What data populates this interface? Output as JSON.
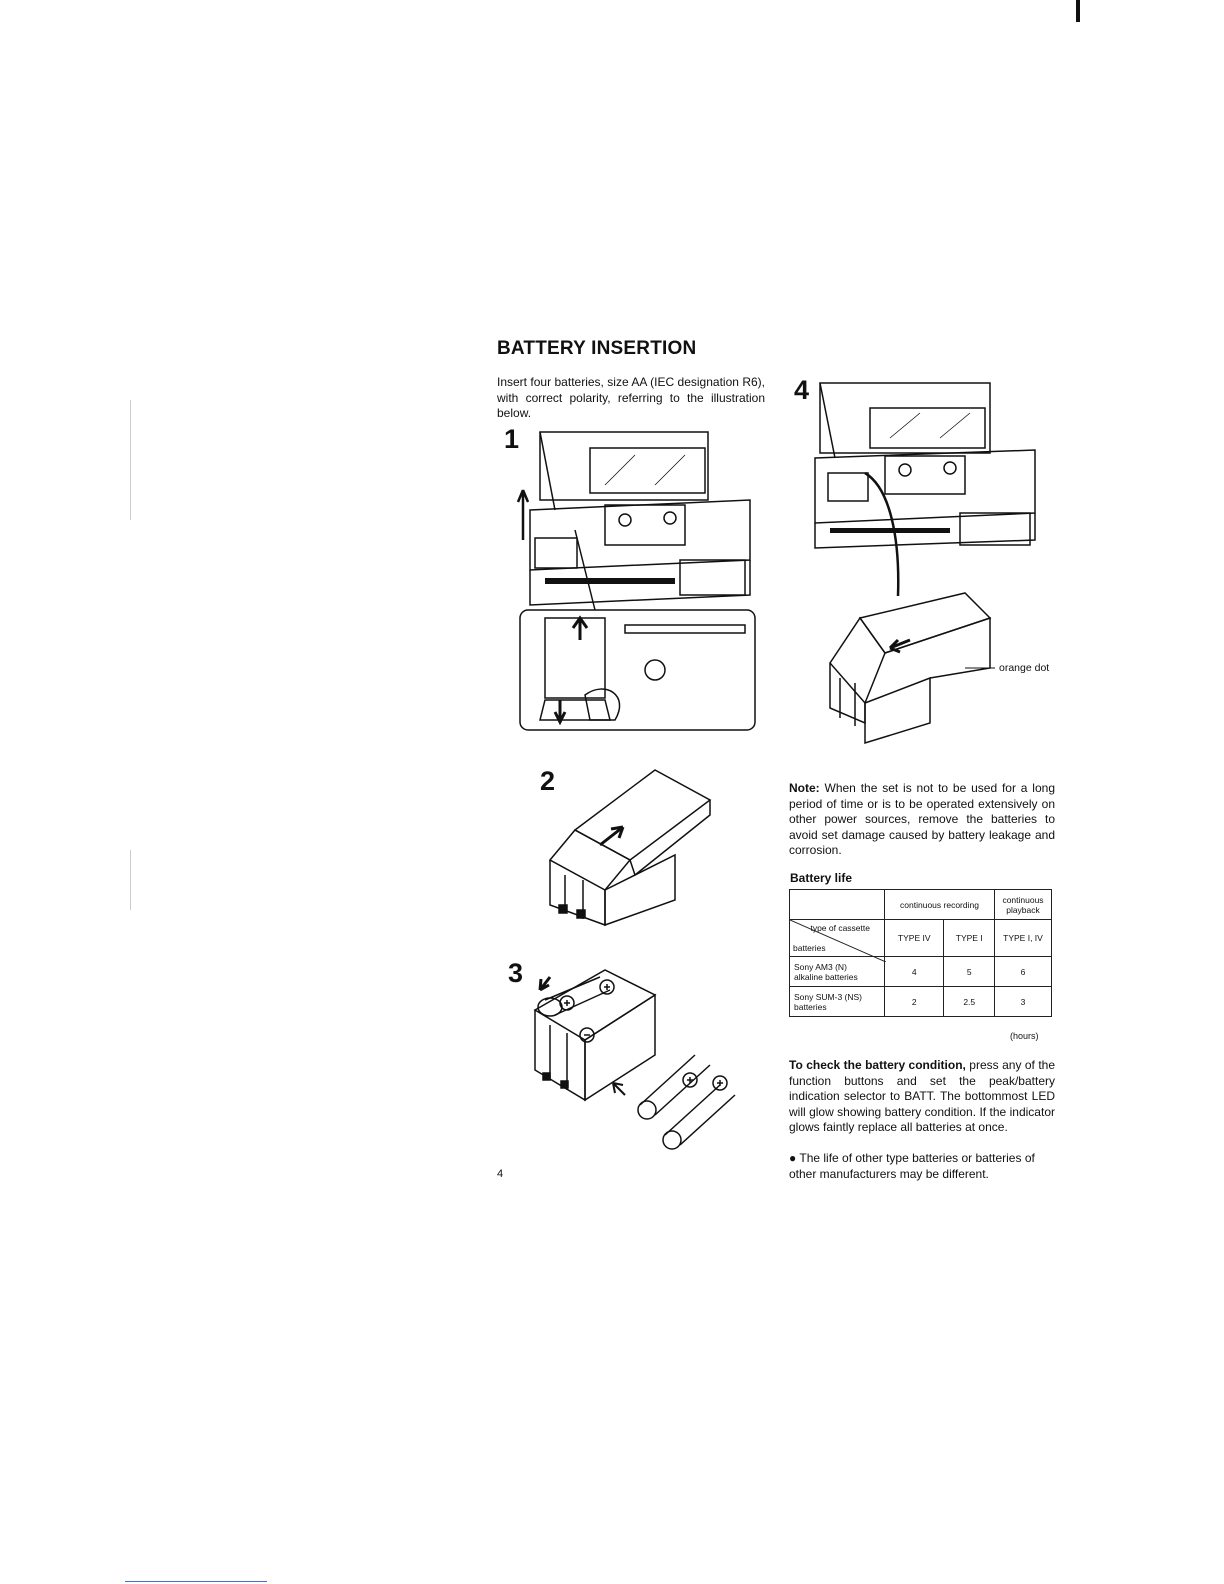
{
  "heading": "BATTERY INSERTION",
  "intro": "Insert four batteries, size AA (IEC designation R6), with correct polarity, referring to the illustration below.",
  "steps": [
    "1",
    "2",
    "3",
    "4"
  ],
  "callout": "orange dot",
  "note_label": "Note:",
  "note_text": " When the set is not to be used for a long period of time or is to be operated extensively on other power sources, remove the batteries to avoid set damage caused by battery leakage and corrosion.",
  "table_title": "Battery life",
  "table": {
    "h_continuous_recording": "continuous recording",
    "h_continuous_playback": "continuous playback",
    "diag_top": "type of cassette",
    "diag_bottom": "batteries",
    "types": [
      "TYPE IV",
      "TYPE I",
      "TYPE I, IV"
    ],
    "rows": [
      {
        "label_1": "Sony AM3 (N)",
        "label_2": "alkaline batteries",
        "values": [
          "4",
          "5",
          "6"
        ]
      },
      {
        "label_1": "Sony SUM-3 (NS)",
        "label_2": "batteries",
        "values": [
          "2",
          "2.5",
          "3"
        ]
      }
    ],
    "unit": "(hours)"
  },
  "check_bold": "To check the battery condition,",
  "check_text": " press any of the function buttons and set the peak/battery indication selector to BATT. The bottommost LED will glow showing battery condition. If the indicator glows faintly replace all batteries at once.",
  "bullet": "● The life of other type batteries or batteries of other manufacturers may be different.",
  "page_number": "4"
}
